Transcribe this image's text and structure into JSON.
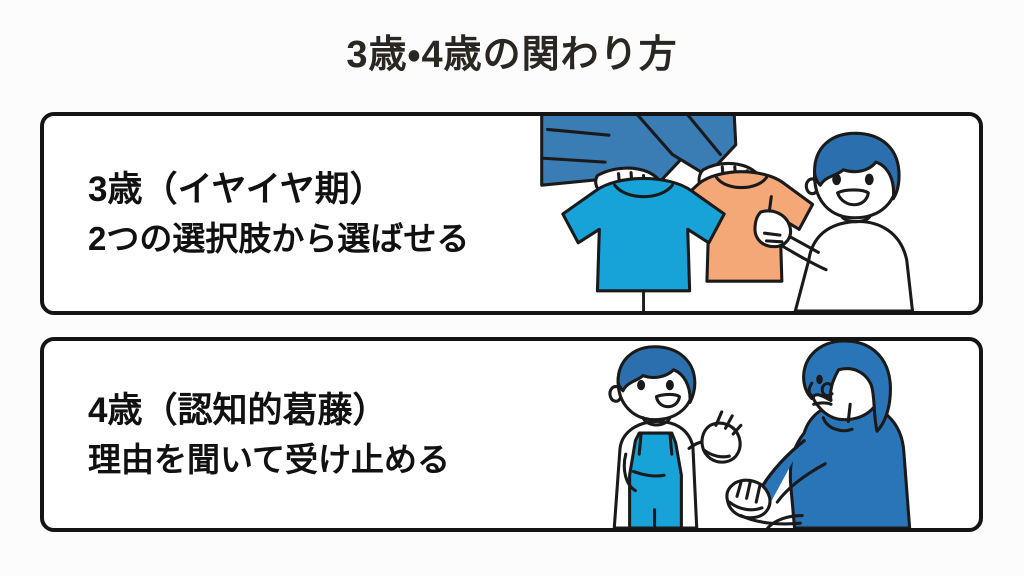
{
  "page": {
    "title": "3歳・4歳の関わり方",
    "background_color": "#fcfcfc",
    "text_color": "#2a2622"
  },
  "cards": [
    {
      "id": "card-age-3",
      "heading": "3歳（イヤイヤ期）",
      "subheading": "2つの選択肢から選ばせる",
      "illustration": {
        "name": "parent-offering-two-shirts-child-pointing",
        "description": "大人が青とオレンジの2枚のシャツを持ち、子どもがオレンジを指さしている",
        "colors": {
          "shirt_blue": "#17a2d8",
          "shirt_orange": "#f4a877",
          "adult_sleeve": "#3a7cb4",
          "child_hair": "#2b6fae",
          "outline": "#1a1a1a",
          "skin": "#ffffff"
        }
      }
    },
    {
      "id": "card-age-4",
      "heading": "4歳（認知的葛藤）",
      "subheading": "理由を聞いて受け止める",
      "illustration": {
        "name": "child-talking-to-crouching-parent",
        "description": "青いオーバーオールの子どもが話し、しゃがんだ大人が聞いている",
        "colors": {
          "child_overalls": "#17a2d8",
          "child_hair": "#2b6fae",
          "adult_hair": "#2a75b8",
          "adult_sweater": "#2a75b8",
          "outline": "#1a1a1a",
          "skin": "#ffffff"
        }
      }
    }
  ]
}
